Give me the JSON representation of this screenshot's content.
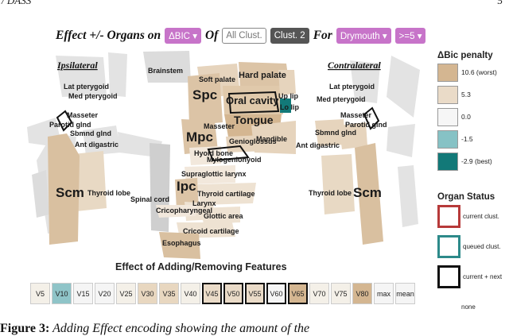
{
  "header_left": "/ DASS",
  "header_right": "5",
  "controls": {
    "t_effect": "Effect +/- Organs on",
    "metric_dropdown": "ΔBIC",
    "t_of": "Of",
    "all_clust": "All Clust.",
    "clust2": "Clust. 2",
    "t_for": "For",
    "target_dropdown": "Drymouth",
    "threshold_dropdown": ">=5"
  },
  "sides": {
    "ipsi": "Ipsilateral",
    "contra": "Contralateral"
  },
  "regions": {
    "brainstem": "Brainstem",
    "soft_palate": "Soft palate",
    "hard_palate": "Hard palate",
    "spc": "Spc",
    "oral_cavity": "Oral cavity",
    "up_lip": "Up lip",
    "lo_lip": "Lo lip",
    "tongue": "Tongue",
    "mpc": "Mpc",
    "masseter_c": "Masseter",
    "genioglossus": "Genioglossus",
    "mandible": "Mandible",
    "hyoid_bone": "Hyoid bone",
    "mylogeniohyoid": "Mylogeniohyoid",
    "supraglottic": "Supraglottic larynx",
    "ipc": "Ipc",
    "thyroid_cart": "Thyroid cartilage",
    "larynx": "Larynx",
    "glottic": "Glottic area",
    "crico": "Cricopharyngeal",
    "cricoid": "Cricoid cartilage",
    "esophagus": "Esophagus",
    "spinal_cord": "Spinal cord",
    "ipsi_lat_pt": "Lat pterygoid",
    "ipsi_med_pt": "Med pterygoid",
    "ipsi_masseter": "Masseter",
    "ipsi_parotid": "Parotid glnd",
    "ipsi_sbmnd": "Sbmnd glnd",
    "ipsi_antdig": "Ant digastric",
    "ipsi_thyroid": "Thyroid lobe",
    "ipsi_scm": "Scm",
    "con_lat_pt": "Lat pterygoid",
    "con_med_pt": "Med pterygoid",
    "con_masseter": "Masseter",
    "con_parotid": "Parotid glnd",
    "con_sbmnd": "Sbmnd glnd",
    "con_antdig": "Ant digastric",
    "con_thyroid": "Thyroid lobe",
    "con_scm": "Scm"
  },
  "legend": {
    "title": "ΔBic penalty",
    "items": [
      {
        "label": "10.6 (worst)",
        "color": "#d4b691"
      },
      {
        "label": "5.3",
        "color": "#eadbc8"
      },
      {
        "label": "0.0",
        "color": "#f6f6f6"
      },
      {
        "label": "-1.5",
        "color": "#86c2c5"
      },
      {
        "label": "-2.9 (best)",
        "color": "#127978"
      }
    ]
  },
  "status": {
    "title": "Organ Status",
    "items": [
      {
        "label": "current clust.",
        "color": "#b73a3a"
      },
      {
        "label": "queued clust.",
        "color": "#2d8a8a"
      },
      {
        "label": "current + next",
        "color": "#111111"
      },
      {
        "label": "none",
        "color": ""
      }
    ]
  },
  "features": {
    "title": "Effect of Adding/Removing Features",
    "cells": [
      {
        "label": "V5",
        "color": "#f4f0e8",
        "hl": false
      },
      {
        "label": "V10",
        "color": "#8fc4c8",
        "hl": false
      },
      {
        "label": "V15",
        "color": "#f5f5f5",
        "hl": false
      },
      {
        "label": "V20",
        "color": "#f5f5f5",
        "hl": false
      },
      {
        "label": "V25",
        "color": "#f4f0e8",
        "hl": false
      },
      {
        "label": "V30",
        "color": "#e8d7c0",
        "hl": false
      },
      {
        "label": "V35",
        "color": "#e8d7c0",
        "hl": false
      },
      {
        "label": "V40",
        "color": "#f4f0e8",
        "hl": false
      },
      {
        "label": "V45",
        "color": "#eadbc8",
        "hl": true
      },
      {
        "label": "V50",
        "color": "#eadbc8",
        "hl": true
      },
      {
        "label": "V55",
        "color": "#eadbc8",
        "hl": true
      },
      {
        "label": "V60",
        "color": "#f5f5f5",
        "hl": true
      },
      {
        "label": "V65",
        "color": "#d4b691",
        "hl": true
      },
      {
        "label": "V70",
        "color": "#f4f0e8",
        "hl": false
      },
      {
        "label": "V75",
        "color": "#f4f0e8",
        "hl": false
      },
      {
        "label": "V80",
        "color": "#d4b691",
        "hl": false
      },
      {
        "label": "max",
        "color": "#f5f5f5",
        "hl": false
      },
      {
        "label": "mean",
        "color": "#f5f5f5",
        "hl": false
      }
    ]
  },
  "caption": {
    "figure": "Figure 3:",
    "text": "Adding Effect encoding showing the amount of the"
  }
}
